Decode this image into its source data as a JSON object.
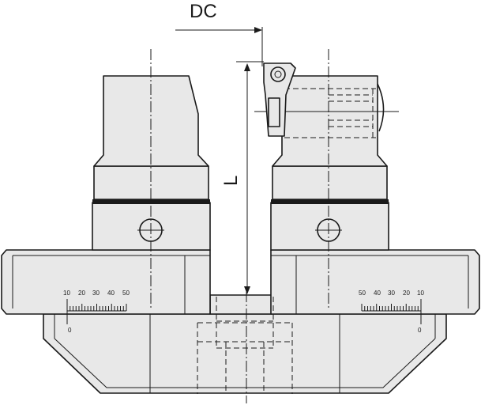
{
  "labels": {
    "diameter": "DC",
    "length": "L"
  },
  "scales": {
    "left": {
      "marks": [
        "10",
        "20",
        "30",
        "40",
        "50"
      ],
      "zero": "0"
    },
    "right": {
      "marks": [
        "50",
        "40",
        "30",
        "20",
        "10"
      ],
      "zero": "0"
    }
  }
}
